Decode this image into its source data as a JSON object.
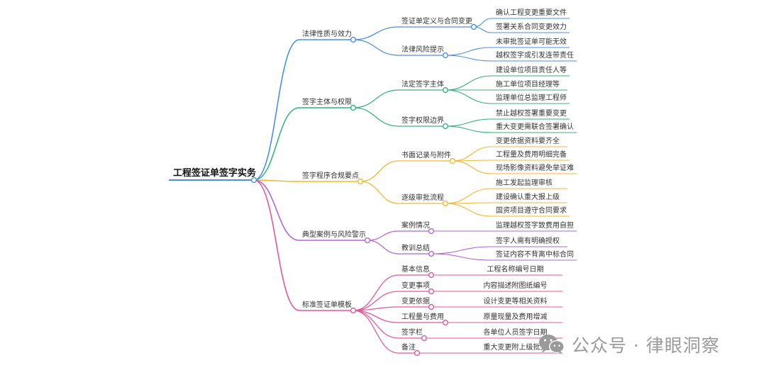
{
  "mindmap": {
    "root": "工程签证单签字实务",
    "branches": [
      {
        "label": "法律性质与效力",
        "color": "#4a90e2",
        "children": [
          {
            "label": "签证单定义与合同变更",
            "leaves": [
              "确认工程变更重要文件",
              "签署关系合同变更效力"
            ]
          },
          {
            "label": "法律风险提示",
            "leaves": [
              "未审批签证单可能无效",
              "越权签字或引发连带责任"
            ]
          }
        ]
      },
      {
        "label": "签字主体与权限",
        "color": "#36b37e",
        "children": [
          {
            "label": "法定签字主体",
            "leaves": [
              "建设单位项目责任人等",
              "施工单位项目经理等",
              "监理单位总监理工程师"
            ]
          },
          {
            "label": "签字权限边界",
            "leaves": [
              "禁止越权签署重要变更",
              "重大变更需联合签署确认"
            ]
          }
        ]
      },
      {
        "label": "签字程序合规要点",
        "color": "#f5b731",
        "children": [
          {
            "label": "书面记录与附件",
            "leaves": [
              "变更依据资料要齐全",
              "工程量及费用明细完备",
              "现场影像资料避免举证难"
            ]
          },
          {
            "label": "逐级审批流程",
            "leaves": [
              "施工发起监理审核",
              "建设确认重大报上级",
              "国资项目遵守合同要求"
            ]
          }
        ]
      },
      {
        "label": "典型案例与风险警示",
        "color": "#b565d6",
        "children": [
          {
            "label": "案例情况",
            "leaves": [
              "监理越权签字致费用自担"
            ]
          },
          {
            "label": "教训总结",
            "leaves": [
              "签字人需有明确授权",
              "签证内容不背离中标合同"
            ]
          }
        ]
      },
      {
        "label": "标准签证单模板",
        "color": "#e8559a",
        "children": [
          {
            "label": "基本信息",
            "leaves": [
              "工程名称编号日期"
            ]
          },
          {
            "label": "变更事项",
            "leaves": [
              "内容描述附图纸编号"
            ]
          },
          {
            "label": "变更依据",
            "leaves": [
              "设计变更等相关资料"
            ]
          },
          {
            "label": "工程量与费用",
            "leaves": [
              "原量现量及费用增减"
            ]
          },
          {
            "label": "签字栏",
            "leaves": [
              "各单位人员签字日期"
            ]
          },
          {
            "label": "备注",
            "leaves": [
              "重大变更附上级批文"
            ]
          }
        ]
      }
    ]
  },
  "watermark": {
    "text": "公众号 · 律眼洞察",
    "icon": "wechat-icon"
  }
}
